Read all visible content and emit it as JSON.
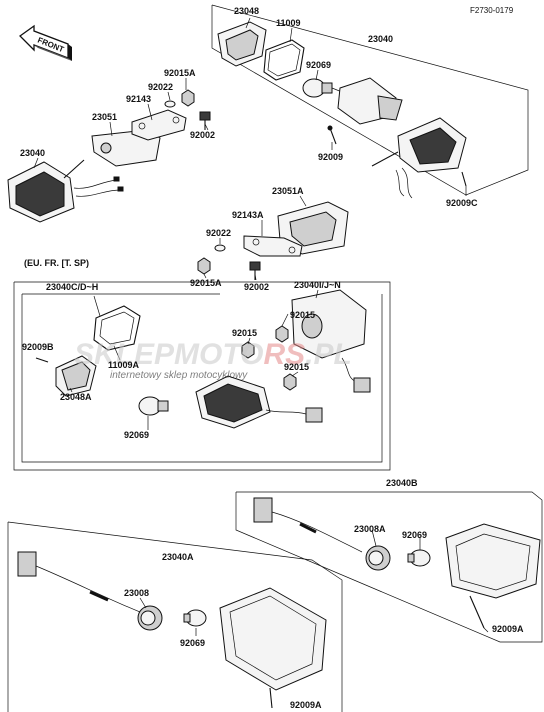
{
  "figure_code": "F2730-0179",
  "front_label": "FRONT",
  "group_eu_label": "(EU. FR. [T. SP)",
  "watermark": {
    "brand_left": "SKLEP",
    "brand_mid": "MOTO",
    "brand_right": "RS",
    "brand_tld": ".PL",
    "tagline": "internetowy sklep motocyklowy"
  },
  "parts": [
    {
      "id": "p1",
      "label": "23048"
    },
    {
      "id": "p2",
      "label": "11009"
    },
    {
      "id": "p3",
      "label": "23040"
    },
    {
      "id": "p4",
      "label": "92069"
    },
    {
      "id": "p5",
      "label": "92015A"
    },
    {
      "id": "p6",
      "label": "92022"
    },
    {
      "id": "p7",
      "label": "92143"
    },
    {
      "id": "p8",
      "label": "23051"
    },
    {
      "id": "p9",
      "label": "92002"
    },
    {
      "id": "p10",
      "label": "23040"
    },
    {
      "id": "p11",
      "label": "92009"
    },
    {
      "id": "p12",
      "label": "92009C"
    },
    {
      "id": "p13",
      "label": "23051A"
    },
    {
      "id": "p14",
      "label": "92143A"
    },
    {
      "id": "p15",
      "label": "92022"
    },
    {
      "id": "p16",
      "label": "92015A"
    },
    {
      "id": "p17",
      "label": "92002"
    },
    {
      "id": "p18",
      "label": "23040C/D~H"
    },
    {
      "id": "p19",
      "label": "23040I/J~N"
    },
    {
      "id": "p20",
      "label": "92015"
    },
    {
      "id": "p21",
      "label": "92015"
    },
    {
      "id": "p22",
      "label": "92009B"
    },
    {
      "id": "p23",
      "label": "11009A"
    },
    {
      "id": "p24",
      "label": "92015"
    },
    {
      "id": "p25",
      "label": "23048A"
    },
    {
      "id": "p26",
      "label": "92069"
    },
    {
      "id": "p27",
      "label": "23040B"
    },
    {
      "id": "p28",
      "label": "23008A"
    },
    {
      "id": "p29",
      "label": "92069"
    },
    {
      "id": "p30",
      "label": "92009A"
    },
    {
      "id": "p31",
      "label": "23040A"
    },
    {
      "id": "p32",
      "label": "23008"
    },
    {
      "id": "p33",
      "label": "92069"
    },
    {
      "id": "p34",
      "label": "92009A"
    }
  ],
  "colors": {
    "line": "#111111",
    "watermark": "#c9c9c9",
    "watermark_accent": "#e58a8a"
  }
}
